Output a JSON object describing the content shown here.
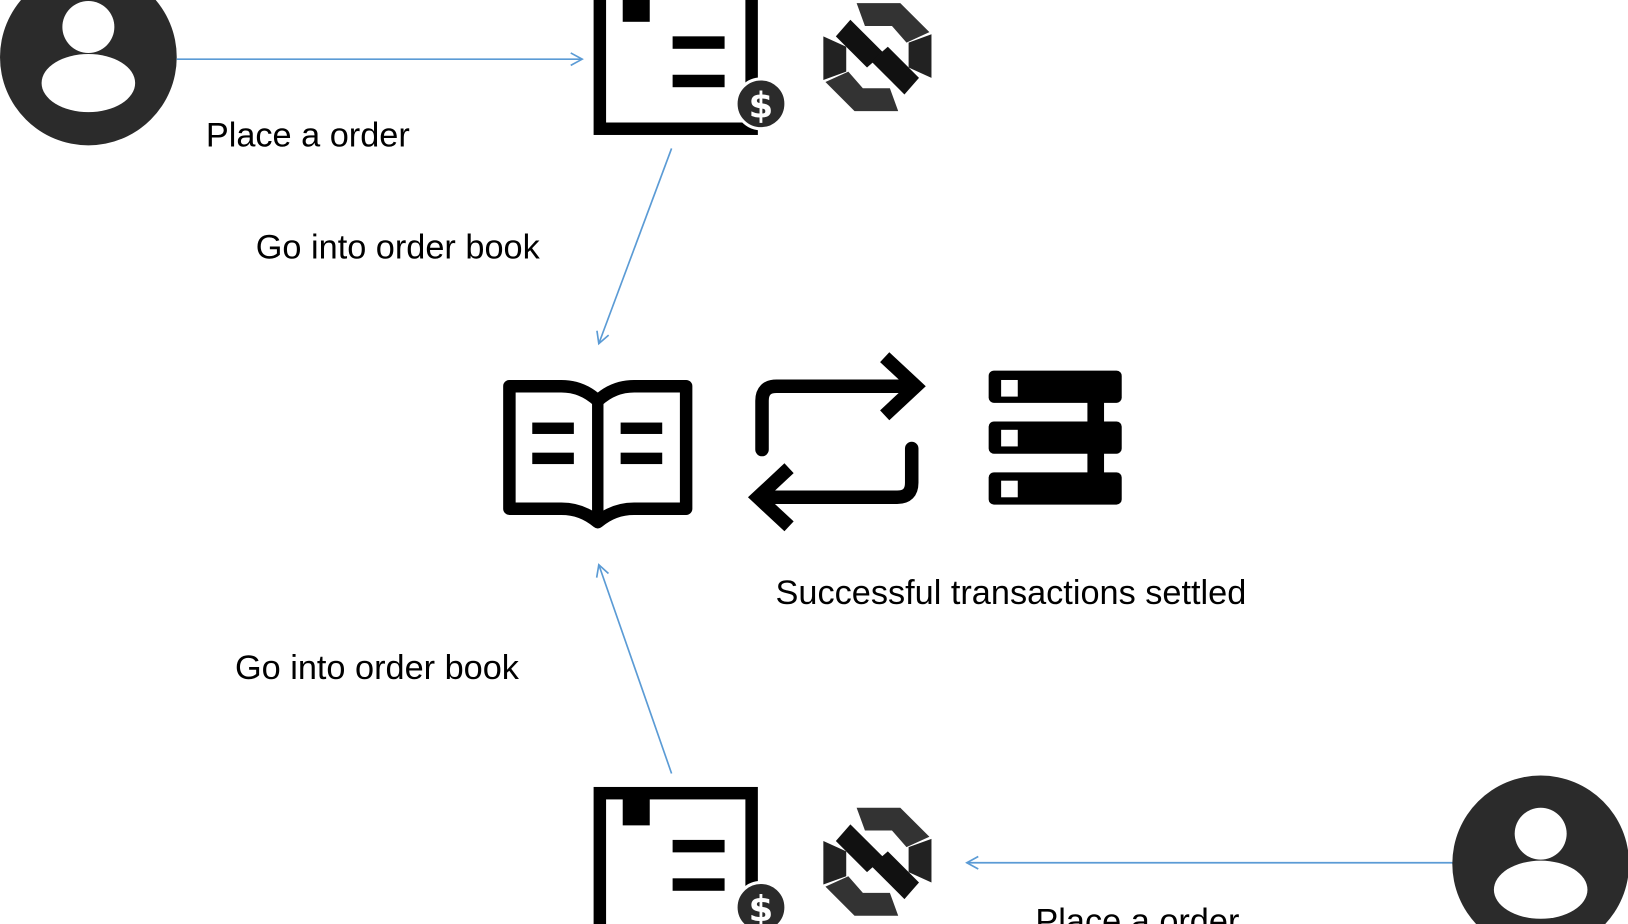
{
  "diagram": {
    "labels": {
      "place_order_top": "Place a order",
      "go_into_order_book_top": "Go into order book",
      "settled": "Successful transactions settled",
      "go_into_order_book_bottom": "Go into order book",
      "place_order_bottom": "Place a order"
    },
    "nodes": [
      {
        "id": "user-top",
        "icon": "user-icon"
      },
      {
        "id": "order-top",
        "icon": "order-invoice-icon"
      },
      {
        "id": "bytom-top",
        "icon": "bytom-logo-icon"
      },
      {
        "id": "order-book",
        "icon": "open-book-icon"
      },
      {
        "id": "exchange",
        "icon": "swap-arrows-icon"
      },
      {
        "id": "ledger",
        "icon": "server-stack-icon"
      },
      {
        "id": "order-bottom",
        "icon": "order-invoice-icon"
      },
      {
        "id": "bytom-bottom",
        "icon": "bytom-logo-icon"
      },
      {
        "id": "user-bottom",
        "icon": "user-icon"
      }
    ],
    "edges": [
      {
        "from": "user-top",
        "to": "order-top",
        "label": "place_order_top"
      },
      {
        "from": "order-top",
        "to": "order-book",
        "label": "go_into_order_book_top"
      },
      {
        "from": "order-bottom",
        "to": "order-book",
        "label": "go_into_order_book_bottom"
      },
      {
        "from": "user-bottom",
        "to": "bytom-bottom",
        "label": "place_order_bottom"
      }
    ],
    "colors": {
      "arrow": "#5b9bd5",
      "icon_dark": "#2b2b2b",
      "icon_black": "#000000",
      "background": "#ffffff"
    }
  }
}
